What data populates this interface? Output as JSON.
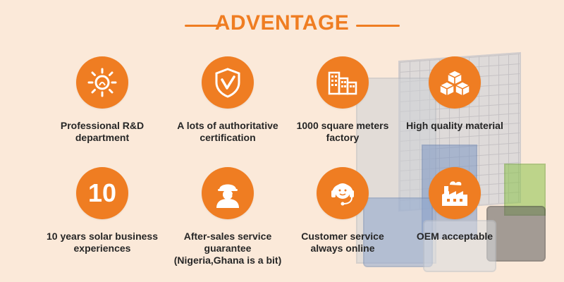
{
  "header": {
    "title": "ADVENTAGE"
  },
  "colors": {
    "accent": "#ef7d22",
    "background": "#fbe9d9",
    "text": "#262626"
  },
  "features": [
    {
      "icon": "research-sun-icon",
      "lines": [
        "Professional R&D",
        "department"
      ]
    },
    {
      "icon": "shield-check-icon",
      "lines": [
        "A lots of authoritative",
        "certification"
      ]
    },
    {
      "icon": "factory-buildings-icon",
      "lines": [
        "1000 square meters",
        "factory"
      ]
    },
    {
      "icon": "cubes-icon",
      "lines": [
        "High quality material"
      ]
    },
    {
      "icon": "number-10-icon",
      "number": "10",
      "lines": [
        "10 years solar business",
        "experiences"
      ]
    },
    {
      "icon": "support-worker-icon",
      "lines": [
        "After-sales service",
        "guarantee",
        "(Nigeria,Ghana is a bit)"
      ]
    },
    {
      "icon": "headset-agent-icon",
      "lines": [
        "Customer service",
        "always online"
      ]
    },
    {
      "icon": "oem-factory-icon",
      "lines": [
        "OEM acceptable"
      ]
    }
  ]
}
